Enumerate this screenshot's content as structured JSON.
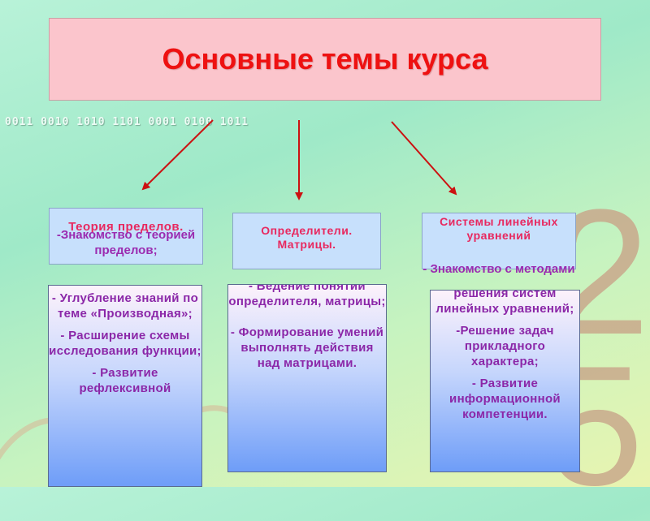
{
  "decor": {
    "binary_string": "0011 0010 1010 1101 0001 0100 1011",
    "digit_top": "2",
    "digit_bottom": "5",
    "plus": "+"
  },
  "title": "Основные темы курса",
  "columns": [
    {
      "header": "Теория пределов.",
      "overlay": "-Знакомство с теорией пределов;",
      "items": [
        "- Углубление знаний по теме «Производная»;",
        "- Расширение схемы исследования функции;",
        "- Развитие рефлексивной"
      ]
    },
    {
      "header": "Определители. Матрицы.",
      "items": [
        "- Ведение понятий определителя, матрицы;",
        "- Формирование умений выполнять действия над матрицами."
      ]
    },
    {
      "header": "Системы линейных уравнений",
      "overlay": "- Знакомство с методами",
      "items": [
        "решения систем линейных уравнений;",
        "-Решение задач прикладного характера;",
        "- Развитие информационной компетенции."
      ]
    }
  ],
  "colors": {
    "title_red": "#ee1111",
    "header_text": "#e8285f",
    "body_text": "#8b27a8",
    "arrow": "#cc1111"
  }
}
